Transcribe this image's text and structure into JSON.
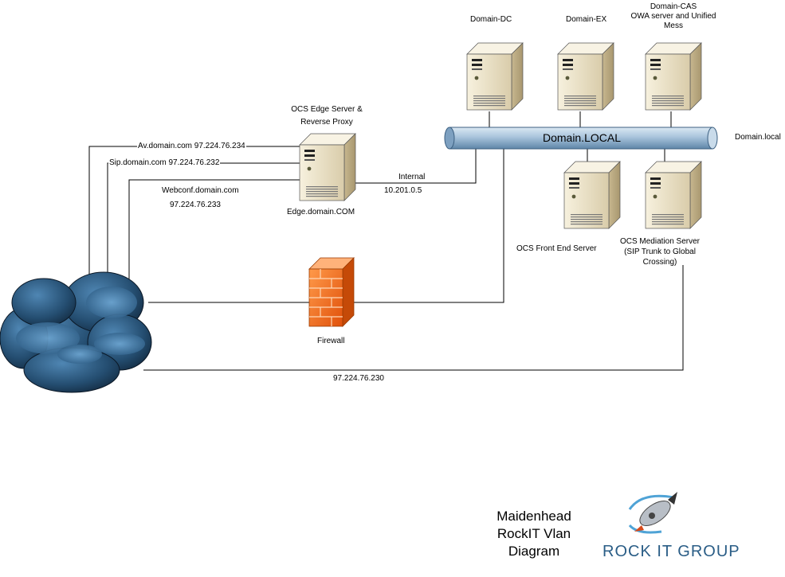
{
  "servers": {
    "dc": "Domain-DC",
    "ex": "Domain-EX",
    "cas_line1": "Domain-CAS",
    "cas_line2": "OWA server and Unified",
    "cas_line3": "Mess",
    "edge_line1": "OCS Edge Server &",
    "edge_line2": "Reverse Proxy",
    "edge_host": "Edge.domain.COM",
    "frontend": "OCS Front End Server",
    "mediation_line1": "OCS Mediation Server",
    "mediation_line2": "(SIP Trunk to Global",
    "mediation_line3": "Crossing)"
  },
  "network": {
    "bus": "Domain.LOCAL",
    "bus_side": "Domain.local",
    "internal_label": "Internal",
    "internal_ip": "10.201.0.5",
    "av": "Av.domain.com 97.224.76.234",
    "sip": "Sip.domain.com 97.224.76.232",
    "webconf": "Webconf.domain.com",
    "webconf_ip": "97.224.76.233",
    "firewall": "Firewall",
    "bottom_ip": "97.224.76.230"
  },
  "footer": {
    "title_line1": "Maidenhead",
    "title_line2": "RockIT Vlan",
    "title_line3": "Diagram",
    "logo": "ROCK IT GROUP"
  },
  "colors": {
    "bus_fill": "#a9c4dc",
    "firewall": "#f26a1b",
    "cloud": "#1d3c58",
    "server_body": "#ece3c7",
    "logo": "#2a5d86"
  }
}
